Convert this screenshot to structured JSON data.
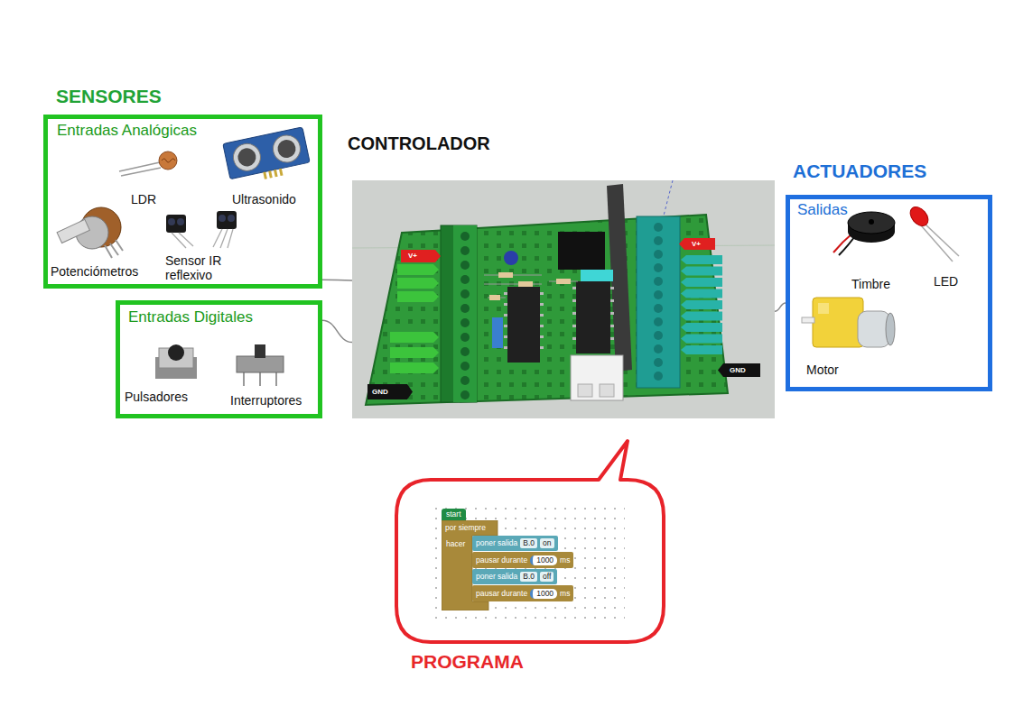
{
  "diagram": {
    "nodes": [
      {
        "text": [
          "SENSORES",
          "Entradas Analógicas"
        ]
      },
      {
        "text": [
          "Entradas Digitales"
        ]
      },
      {
        "text": [
          "CONTROLADOR"
        ]
      },
      {
        "text": [
          "ACTUADORES",
          "Salidas"
        ]
      },
      {
        "text": [
          "PROGRAMA"
        ]
      },
      {
        "text": [
          "start"
        ],
        "in": 4
      },
      {
        "text": [
          "por siempre",
          "hacer"
        ],
        "in": 4
      },
      {
        "text": [
          "poner salida",
          "B.0",
          "on"
        ],
        "in": 6
      },
      {
        "text": [
          "pausar durante",
          "1000",
          "ms"
        ],
        "in": 6
      },
      {
        "text": [
          "poner salida",
          "B.0",
          "off"
        ],
        "in": 6
      },
      {
        "text": [
          "pausar durante",
          "1000",
          "ms"
        ],
        "in": 6
      }
    ],
    "edges": [
      {
        "from": 0,
        "to": 2,
        "arrow": "none"
      },
      {
        "from": 1,
        "to": 2,
        "arrow": "none"
      },
      {
        "from": 2,
        "to": 3,
        "arrow": "none"
      }
    ],
    "labels": [
      "LDR",
      "Ultrasonido",
      "Potenciómetros",
      "Sensor IR reflexivo",
      "Pulsadores",
      "Interruptores",
      "V+",
      "V+",
      "GND",
      "GND",
      "Timbre",
      "LED",
      "Motor"
    ]
  }
}
